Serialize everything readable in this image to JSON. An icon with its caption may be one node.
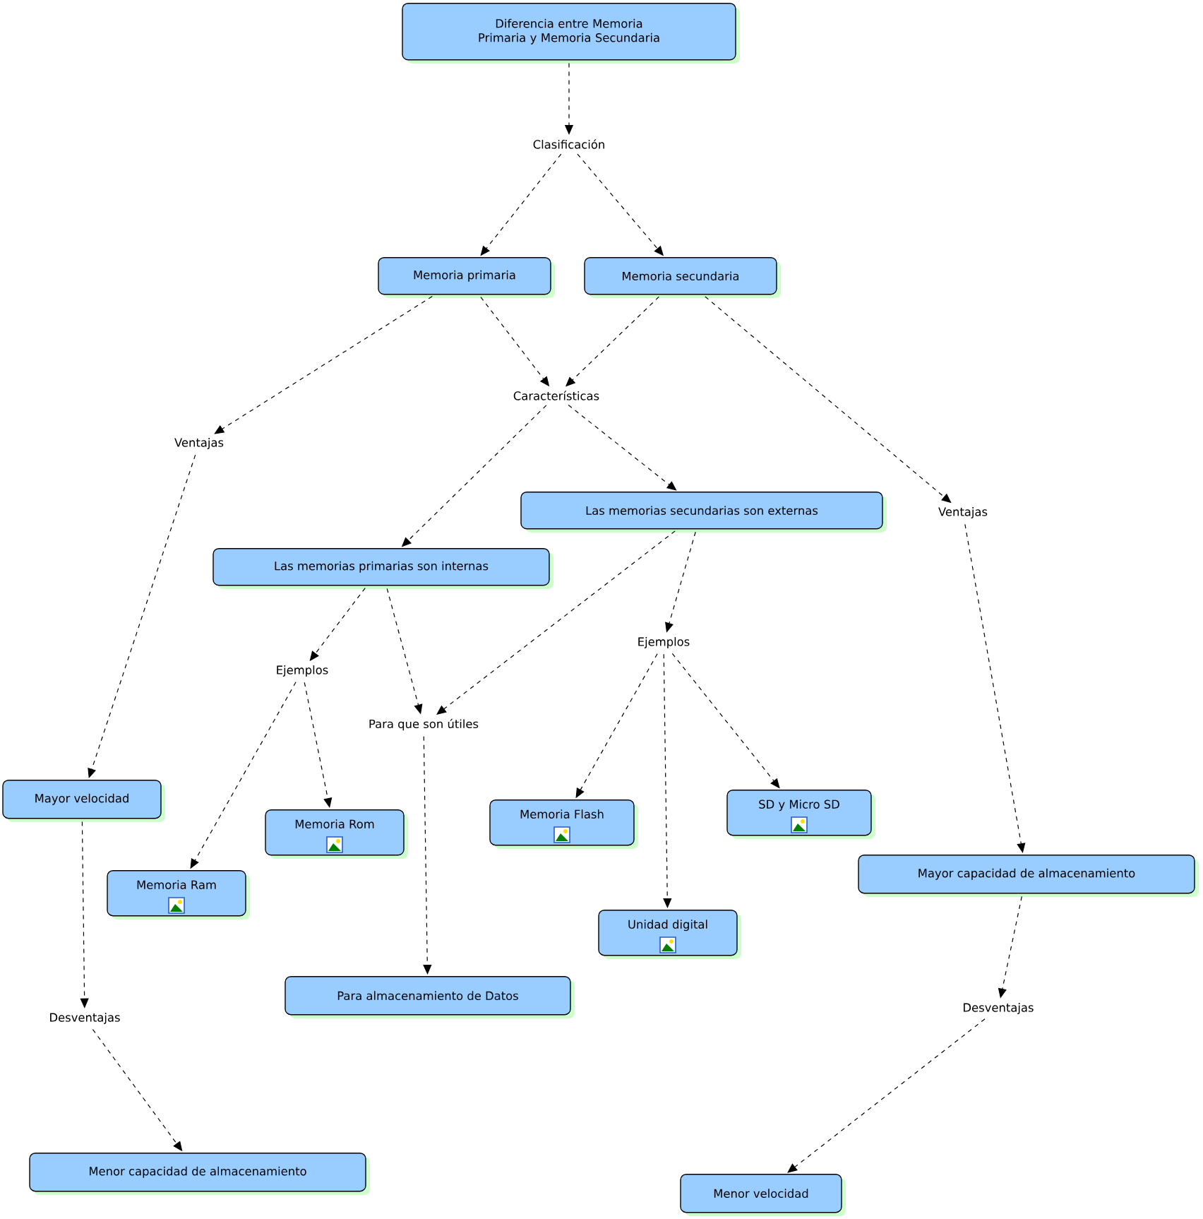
{
  "diagram": {
    "nodes": [
      {
        "text": [
          "Diferencia entre Memoria Primaria y Memoria Secundaria"
        ]
      },
      {
        "text": [
          "Clasificación"
        ]
      },
      {
        "text": [
          "Memoria primaria"
        ]
      },
      {
        "text": [
          "Memoria secundaria"
        ]
      },
      {
        "text": [
          "Características"
        ]
      },
      {
        "text": [
          "Ventajas"
        ]
      },
      {
        "text": [
          "Ventajas"
        ]
      },
      {
        "text": [
          "Las memorias secundarias son externas"
        ]
      },
      {
        "text": [
          "Las memorias primarias son internas"
        ]
      },
      {
        "text": [
          "Ejemplos"
        ]
      },
      {
        "text": [
          "Para que son útiles"
        ]
      },
      {
        "text": [
          "Ejemplos"
        ]
      },
      {
        "text": [
          "Mayor velocidad"
        ]
      },
      {
        "text": [
          "Memoria Rom"
        ]
      },
      {
        "text": [
          "Memoria Flash"
        ]
      },
      {
        "text": [
          "SD y Micro SD"
        ]
      },
      {
        "text": [
          "Memoria Ram"
        ]
      },
      {
        "text": [
          "Unidad digital"
        ]
      },
      {
        "text": [
          "Mayor capacidad de almacenamiento"
        ]
      },
      {
        "text": [
          "Para almacenamiento de Datos"
        ]
      },
      {
        "text": [
          "Desventajas"
        ]
      },
      {
        "text": [
          "Desventajas"
        ]
      },
      {
        "text": [
          "Menor capacidad de almacenamiento"
        ]
      },
      {
        "text": [
          "Menor velocidad"
        ]
      }
    ],
    "edges": [
      {
        "from": 0,
        "to": 1,
        "arrow": "to"
      },
      {
        "from": 1,
        "to": 2,
        "arrow": "to"
      },
      {
        "from": 1,
        "to": 3,
        "arrow": "to"
      },
      {
        "from": 2,
        "to": 5,
        "arrow": "to"
      },
      {
        "from": 2,
        "to": 4,
        "arrow": "to"
      },
      {
        "from": 3,
        "to": 4,
        "arrow": "to"
      },
      {
        "from": 3,
        "to": 6,
        "arrow": "to"
      },
      {
        "from": 4,
        "to": 8,
        "arrow": "to"
      },
      {
        "from": 4,
        "to": 7,
        "arrow": "to"
      },
      {
        "from": 5,
        "to": 12,
        "arrow": "to"
      },
      {
        "from": 8,
        "to": 9,
        "arrow": "to"
      },
      {
        "from": 8,
        "to": 10,
        "arrow": "to"
      },
      {
        "from": 7,
        "to": 10,
        "arrow": "to"
      },
      {
        "from": 7,
        "to": 11,
        "arrow": "to"
      },
      {
        "from": 9,
        "to": 16,
        "arrow": "to"
      },
      {
        "from": 9,
        "to": 13,
        "arrow": "to"
      },
      {
        "from": 11,
        "to": 14,
        "arrow": "to"
      },
      {
        "from": 11,
        "to": 17,
        "arrow": "to"
      },
      {
        "from": 11,
        "to": 15,
        "arrow": "to"
      },
      {
        "from": 6,
        "to": 18,
        "arrow": "to"
      },
      {
        "from": 12,
        "to": 20,
        "arrow": "to"
      },
      {
        "from": 10,
        "to": 19,
        "arrow": "to"
      },
      {
        "from": 18,
        "to": 21,
        "arrow": "to"
      },
      {
        "from": 20,
        "to": 22,
        "arrow": "to"
      },
      {
        "from": 21,
        "to": 23,
        "arrow": "to"
      }
    ]
  }
}
